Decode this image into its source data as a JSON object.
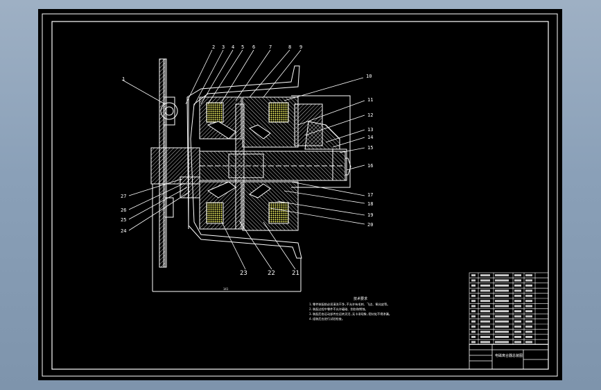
{
  "balloons_left": [
    "1"
  ],
  "balloons_top": [
    "2",
    "3",
    "4",
    "5",
    "6",
    "7",
    "8",
    "9"
  ],
  "balloons_right": [
    "10",
    "11",
    "12",
    "13",
    "14",
    "15",
    "16",
    "17",
    "18",
    "19",
    "20"
  ],
  "balloons_left_lower": [
    "27",
    "26",
    "25",
    "24"
  ],
  "balloons_bottom": [
    "23",
    "22",
    "21"
  ],
  "tech_req_title": "技术要求",
  "tech_req_lines": [
    "1.零件装配前必须清洗干净,不允许有毛刺、飞边、氧化皮等。",
    "2.装配过程中零件不允许磕碰、划伤和锈蚀。",
    "3.装配后各运动部件应运转灵活,无卡滞现象,密封处不得渗漏。",
    "4.组装后应进行试验检查。"
  ],
  "title_block": {
    "drawing_name": "电磁离合器总装图"
  },
  "colors": {
    "sheet": "#000000",
    "lines": "#ffffff",
    "hatch": "#ffffff",
    "accent_yellow": "#ffff66"
  }
}
